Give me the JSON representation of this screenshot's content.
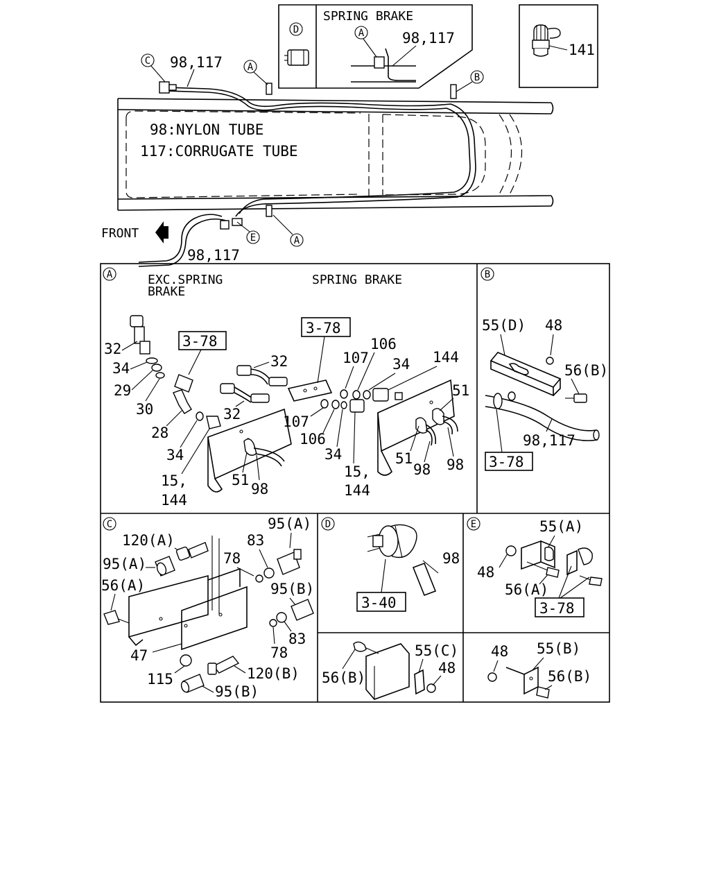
{
  "top": {
    "inset_d": {
      "title": "SPRING BRAKE",
      "callout_d": "D",
      "callout_a": "A",
      "parts": "98,117"
    },
    "inset_141": {
      "part": "141"
    },
    "main_parts_upper": "98,117",
    "main_parts_lower": "98,117",
    "legend": {
      "line1": "98:NYLON TUBE",
      "line2": "117:CORRUGATE TUBE"
    },
    "front_label": "FRONT",
    "callouts": {
      "c": "C",
      "a1": "A",
      "b": "B",
      "e": "E",
      "a2": "A"
    }
  },
  "panel_a": {
    "tag": "A",
    "heading_left_1": "EXC.SPRING",
    "heading_left_2": "BRAKE",
    "heading_right": "SPRING BRAKE",
    "ref_left": "3-78",
    "ref_right": "3-78",
    "labels": {
      "p32a": "32",
      "p34a": "34",
      "p29": "29",
      "p30": "30",
      "p28": "28",
      "p34b": "34",
      "p15a": "15,",
      "p144a": "144",
      "p51a": "51",
      "p98a": "98",
      "p32b": "32",
      "p32c": "32",
      "p107a": "107",
      "p106a": "106",
      "p34c": "34",
      "p144b": "144",
      "p107b": "107",
      "p106b": "106",
      "p34d": "34",
      "p15b": "15,",
      "p144c": "144",
      "p51b": "51",
      "p51c": "51",
      "p98b": "98",
      "p98c": "98"
    }
  },
  "panel_b": {
    "tag": "B",
    "labels": {
      "p55d": "55(D)",
      "p48": "48",
      "p56b": "56(B)",
      "p98_117": "98,117"
    },
    "ref": "3-78"
  },
  "panel_c": {
    "tag": "C",
    "labels": {
      "p120a": "120(A)",
      "p95a_top": "95(A)",
      "p95a_left": "95(A)",
      "p83a": "83",
      "p78a": "78",
      "p56a": "56(A)",
      "p95b_right": "95(B)",
      "p83b": "83",
      "p78b": "78",
      "p47": "47",
      "p115": "115",
      "p120b": "120(B)",
      "p95b_bottom": "95(B)"
    }
  },
  "panel_d": {
    "tag": "D",
    "labels": {
      "p98": "98"
    },
    "ref": "3-40",
    "lower_labels": {
      "p56b": "56(B)",
      "p55c": "55(C)",
      "p48": "48"
    }
  },
  "panel_e": {
    "tag": "E",
    "labels": {
      "p55a": "55(A)",
      "p48": "48",
      "p56a": "56(A)"
    },
    "ref": "3-78",
    "lower_labels": {
      "p48": "48",
      "p55b": "55(B)",
      "p56b": "56(B)"
    }
  }
}
